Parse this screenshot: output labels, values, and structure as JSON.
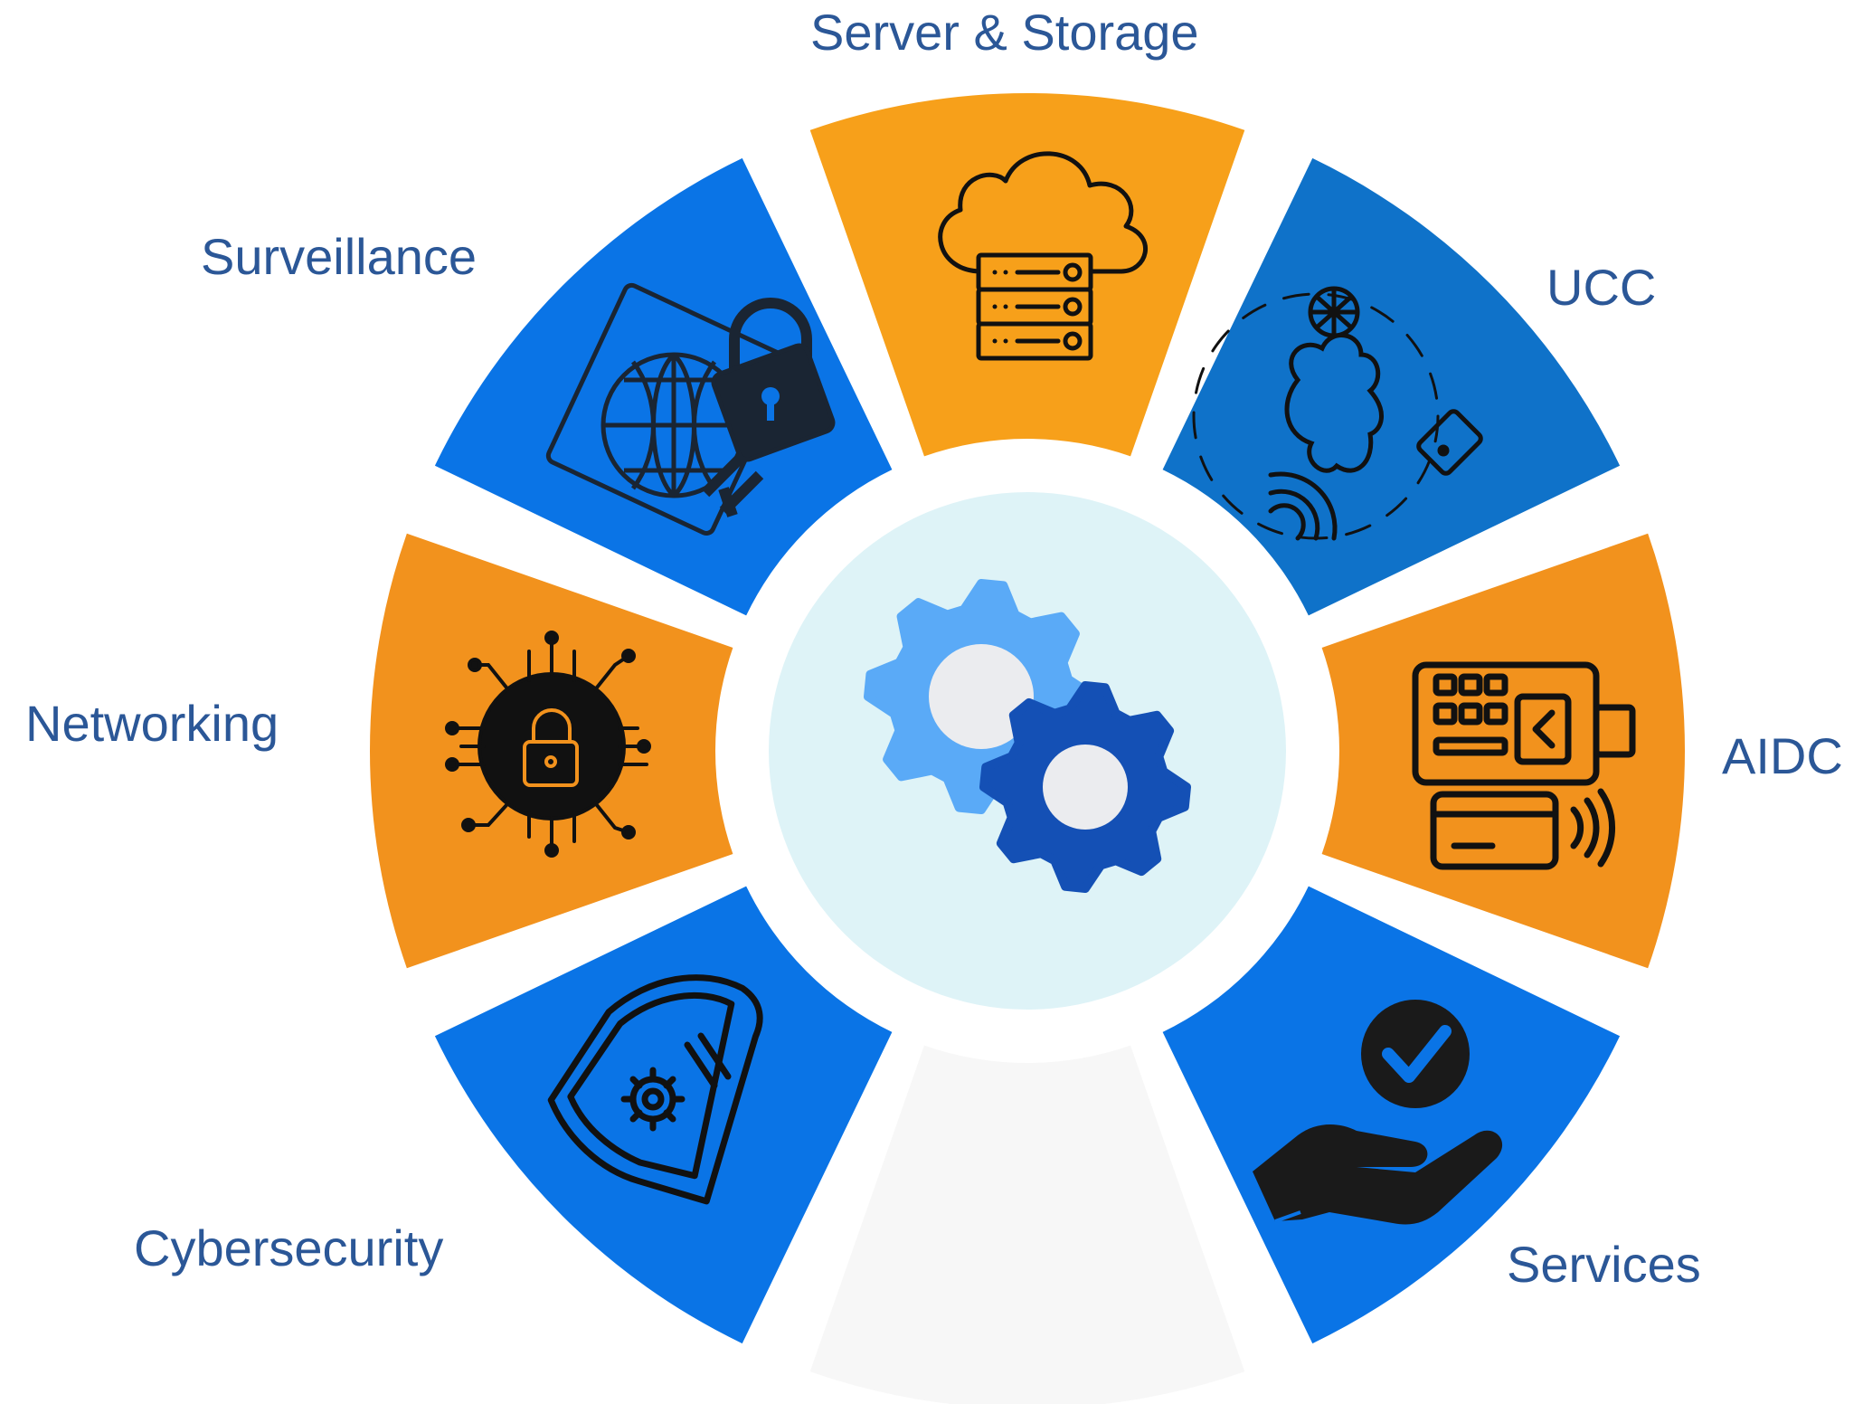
{
  "segments": [
    {
      "id": "server-storage",
      "label": "Server & Storage",
      "color": "#f7a01a",
      "icon": "cloud-server-icon"
    },
    {
      "id": "ucc",
      "label": "UCC",
      "color": "#0f72c9",
      "icon": "cloud-network-icon"
    },
    {
      "id": "aidc",
      "label": "AIDC",
      "color": "#f2921d",
      "icon": "card-terminal-icon"
    },
    {
      "id": "services",
      "label": "Services",
      "color": "#0a74e6",
      "icon": "hand-checkmark-icon"
    },
    {
      "id": "blank",
      "label": "",
      "color": "#f7f7f7",
      "icon": ""
    },
    {
      "id": "cybersecurity",
      "label": "Cybersecurity",
      "color": "#0a74e6",
      "icon": "shield-gear-icon"
    },
    {
      "id": "networking",
      "label": "Networking",
      "color": "#f2921d",
      "icon": "circuit-lock-icon"
    },
    {
      "id": "surveillance",
      "label": "Surveillance",
      "color": "#0a74e6",
      "icon": "globe-padlock-icon"
    }
  ],
  "center": {
    "icon": "gears-icon",
    "background": "#def3f7",
    "gear_light": "#5aaaf7",
    "gear_dark": "#1450b5",
    "gear_hub": "#ebecef"
  },
  "label_color": "#2b5797"
}
